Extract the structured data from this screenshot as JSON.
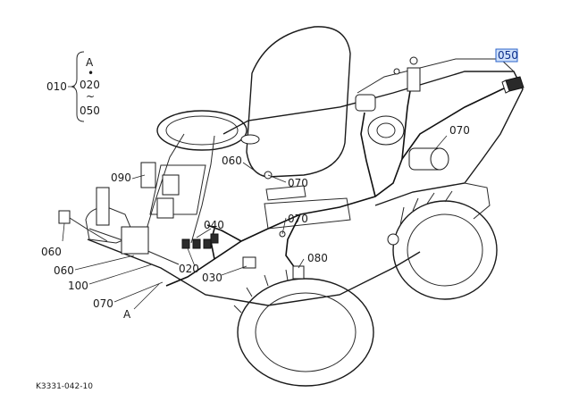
{
  "legend": {
    "left_code": "010",
    "items": [
      "A",
      "020",
      "050"
    ],
    "dot": "•",
    "tilde": "~"
  },
  "callouts": {
    "c050": "050",
    "c070_right": "070",
    "c060_seat": "060",
    "c070_mid": "070",
    "c090": "090",
    "c070_center": "070",
    "c040": "040",
    "c060_left1": "060",
    "c080": "080",
    "c060_left2": "060",
    "c020": "020",
    "c030": "030",
    "c100": "100",
    "c070_bottom": "070",
    "cA_bottom": "A"
  },
  "footer": {
    "code": "K3331-042-10"
  },
  "colors": {
    "highlight_fill": "#cfe1fb",
    "highlight_stroke": "#2b63c9",
    "ink": "#1a1a1a"
  }
}
